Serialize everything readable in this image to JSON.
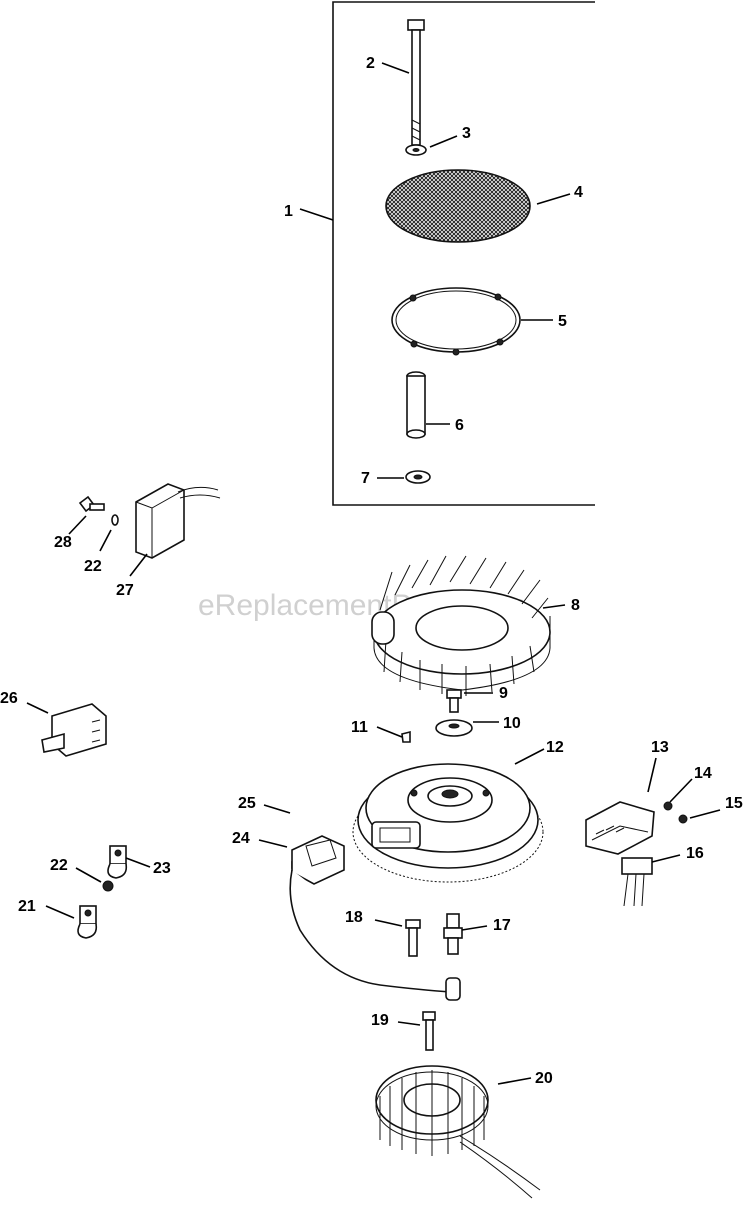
{
  "watermark": "eReplacementParts.com",
  "callouts": [
    {
      "id": "c1",
      "label": "1"
    },
    {
      "id": "c2",
      "label": "2"
    },
    {
      "id": "c3",
      "label": "3"
    },
    {
      "id": "c4",
      "label": "4"
    },
    {
      "id": "c5",
      "label": "5"
    },
    {
      "id": "c6",
      "label": "6"
    },
    {
      "id": "c7",
      "label": "7"
    },
    {
      "id": "c8",
      "label": "8"
    },
    {
      "id": "c9",
      "label": "9"
    },
    {
      "id": "c10",
      "label": "10"
    },
    {
      "id": "c11",
      "label": "11"
    },
    {
      "id": "c12",
      "label": "12"
    },
    {
      "id": "c13",
      "label": "13"
    },
    {
      "id": "c14",
      "label": "14"
    },
    {
      "id": "c15",
      "label": "15"
    },
    {
      "id": "c16",
      "label": "16"
    },
    {
      "id": "c17",
      "label": "17"
    },
    {
      "id": "c18",
      "label": "18"
    },
    {
      "id": "c19",
      "label": "19"
    },
    {
      "id": "c20",
      "label": "20"
    },
    {
      "id": "c21",
      "label": "21"
    },
    {
      "id": "c22a",
      "label": "22"
    },
    {
      "id": "c22b",
      "label": "22"
    },
    {
      "id": "c23",
      "label": "23"
    },
    {
      "id": "c24",
      "label": "24"
    },
    {
      "id": "c25",
      "label": "25"
    },
    {
      "id": "c26",
      "label": "26"
    },
    {
      "id": "c27",
      "label": "27"
    },
    {
      "id": "c28",
      "label": "28"
    }
  ]
}
